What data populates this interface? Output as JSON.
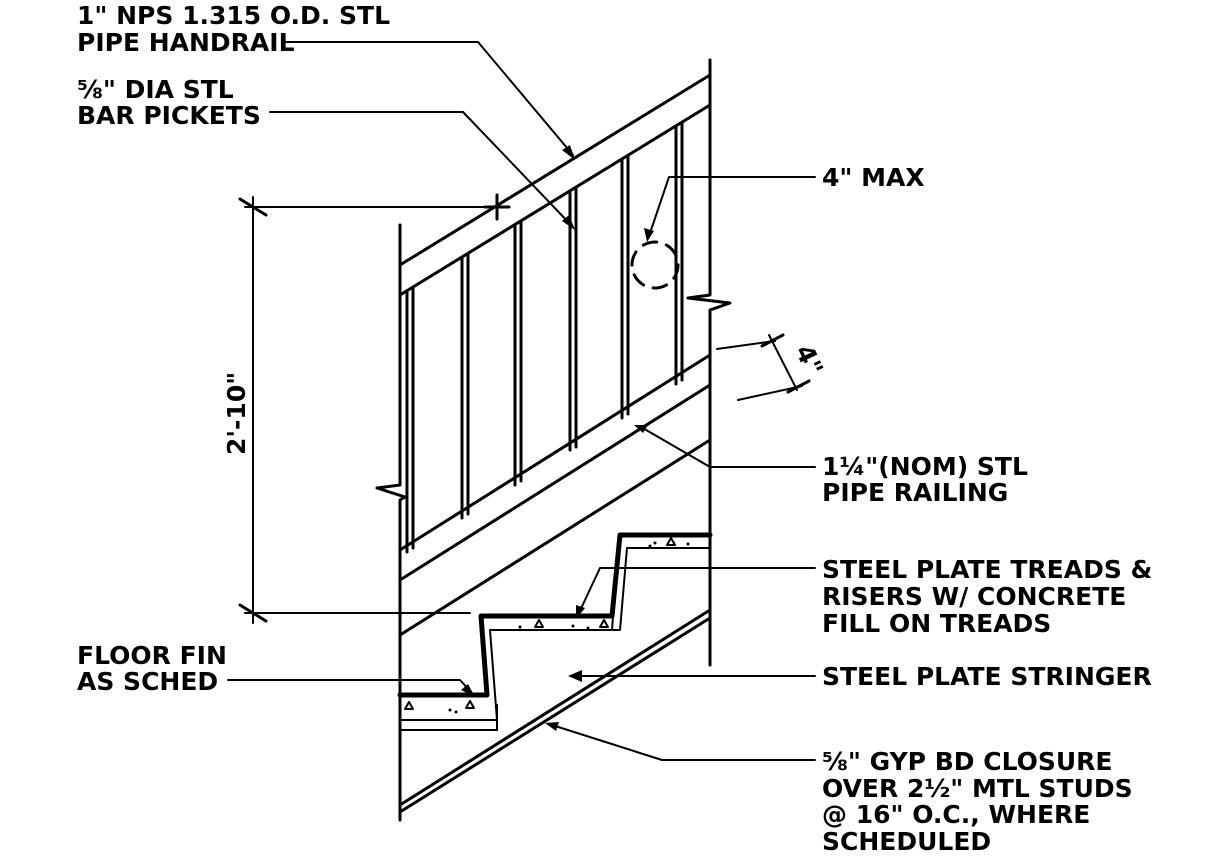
{
  "notes": {
    "handrail": [
      "1\" NPS 1.315 O.D. STL",
      "PIPE HANDRAIL"
    ],
    "pickets": [
      "⅝\" DIA STL",
      "BAR PICKETS"
    ],
    "max_spacing": "4\" MAX",
    "pipe_railing": [
      "1¼\"(NOM) STL",
      "PIPE RAILING"
    ],
    "treads": [
      "STEEL PLATE TREADS &",
      "RISERS W/ CONCRETE",
      "FILL ON TREADS"
    ],
    "floor_finish": [
      "FLOOR FIN",
      "AS SCHED"
    ],
    "stringer": "STEEL PLATE STRINGER",
    "closure": [
      "⅝\" GYP BD CLOSURE",
      "OVER 2½\" MTL STUDS",
      "@ 16\" O.C., WHERE",
      "SCHEDULED"
    ]
  },
  "dimensions": {
    "rail_height": "2'-10\"",
    "rail_offset": "4\""
  }
}
